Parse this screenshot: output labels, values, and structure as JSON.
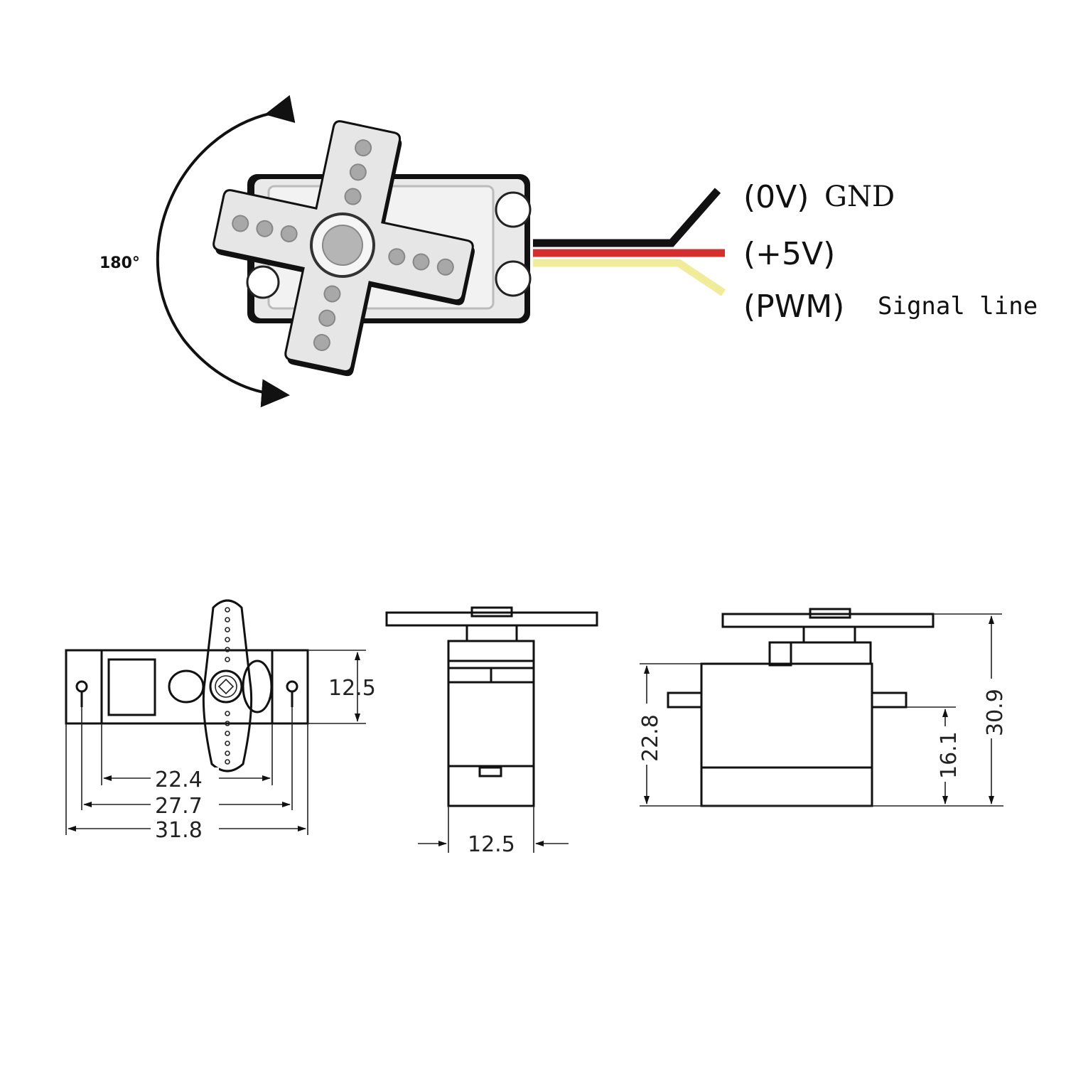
{
  "servo_top_view": {
    "rotation_label": "180°",
    "wires": [
      {
        "voltage": "(0V)",
        "name": "GND",
        "color": "#111111"
      },
      {
        "voltage": "(+5V)",
        "name": "",
        "color": "#d32f2f"
      },
      {
        "voltage": "(PWM)",
        "name": "Signal line",
        "color": "#f3ef9a"
      }
    ]
  },
  "dimensions": {
    "front": {
      "height": "12.5",
      "mount_width": "22.4",
      "hole_spacing": "27.7",
      "overall_width": "31.8"
    },
    "side": {
      "depth": "12.5"
    },
    "profile": {
      "body_height": "22.8",
      "mount_height": "16.1",
      "total_height": "30.9"
    }
  },
  "colors": {
    "line": "#111111",
    "part_fill": "#e8e8e8",
    "hub": "#b5b5b5",
    "dot": "#a8a8a8"
  }
}
